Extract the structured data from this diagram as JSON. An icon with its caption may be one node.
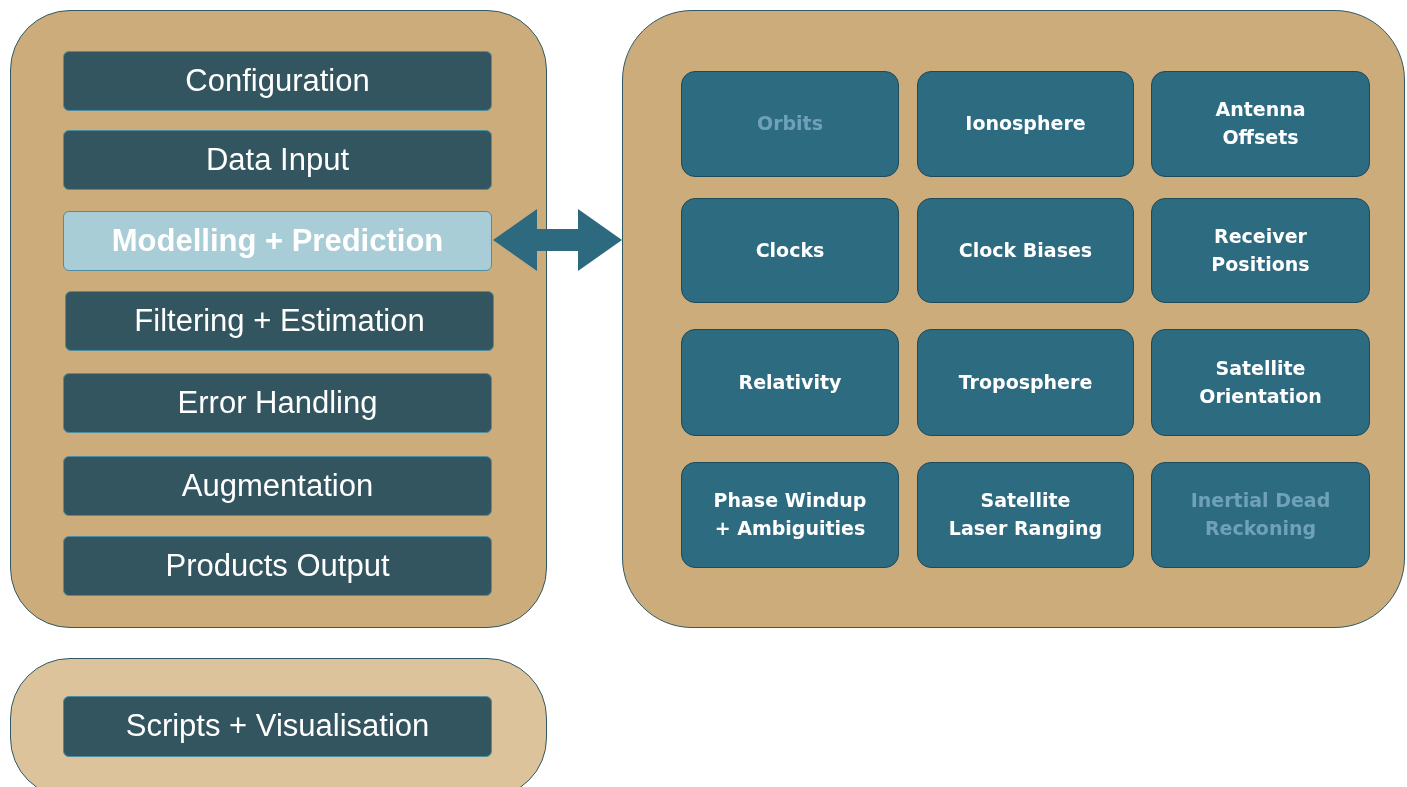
{
  "diagram": {
    "nodes": [
      {
        "text": [],
        "shape": "box"
      },
      {
        "text": [
          "Configuration"
        ],
        "in": 0
      },
      {
        "text": [
          "Data Input"
        ],
        "in": 0
      },
      {
        "text": [
          "Modelling + Prediction"
        ],
        "in": 0
      },
      {
        "text": [
          "Filtering + Estimation"
        ],
        "in": 0
      },
      {
        "text": [
          "Error Handling"
        ],
        "in": 0
      },
      {
        "text": [
          "Augmentation"
        ],
        "in": 0
      },
      {
        "text": [
          "Products Output"
        ],
        "in": 0
      },
      {
        "text": [],
        "shape": "box"
      },
      {
        "text": [
          "Orbits"
        ],
        "in": 8
      },
      {
        "text": [
          "Ionosphere"
        ],
        "in": 8
      },
      {
        "text": [
          "Antenna Offsets"
        ],
        "in": 8
      },
      {
        "text": [
          "Clocks"
        ],
        "in": 8
      },
      {
        "text": [
          "Clock Biases"
        ],
        "in": 8
      },
      {
        "text": [
          "Receiver Positions"
        ],
        "in": 8
      },
      {
        "text": [
          "Relativity"
        ],
        "in": 8
      },
      {
        "text": [
          "Troposphere"
        ],
        "in": 8
      },
      {
        "text": [
          "Satellite Orientation"
        ],
        "in": 8
      },
      {
        "text": [
          "Phase Windup + Ambiguities"
        ],
        "in": 8
      },
      {
        "text": [
          "Satellite Laser Ranging"
        ],
        "in": 8
      },
      {
        "text": [
          "Inertial Dead Reckoning"
        ],
        "in": 8
      },
      {
        "text": [],
        "shape": "box"
      },
      {
        "text": [
          "Scripts + Visualisation"
        ],
        "in": 21
      }
    ],
    "edges": [
      {
        "from": 3,
        "to": 8,
        "arrow": "both"
      }
    ]
  }
}
